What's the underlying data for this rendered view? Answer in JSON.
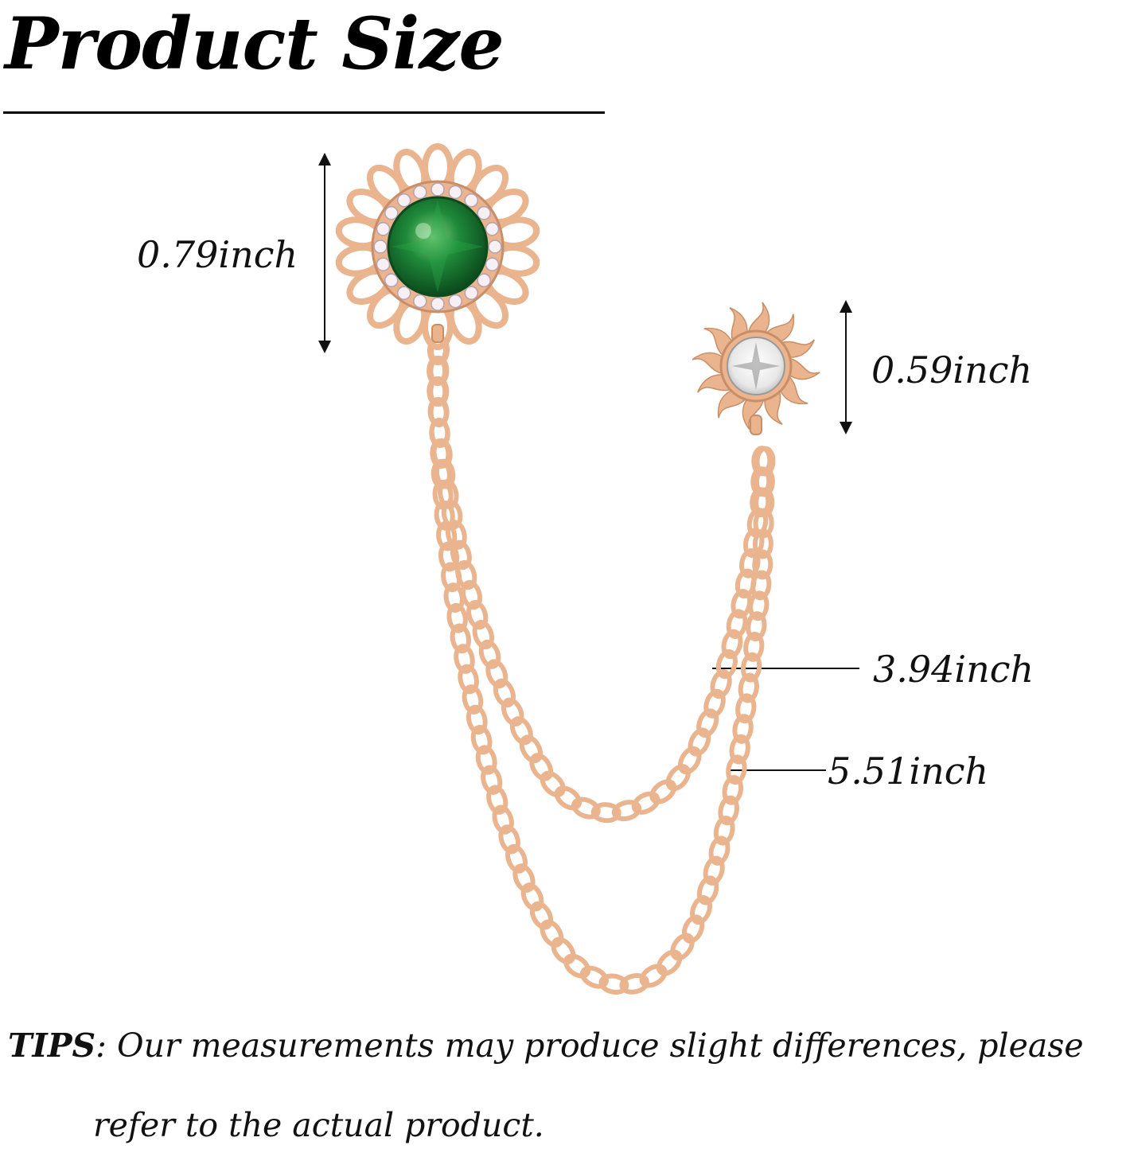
{
  "heading": {
    "title": "Product Size"
  },
  "dimensions": {
    "large_pin": "0.79inch",
    "small_pin": "0.59inch",
    "short_chain": "3.94inch",
    "long_chain": "5.51inch"
  },
  "tips": {
    "label": "TIPS",
    "separator": ":",
    "line1": " Our measurements may produce slight differences, please",
    "line2": "refer to the actual product."
  },
  "colors": {
    "gold": "#e9b48e",
    "gold_dark": "#c98e66",
    "emerald": "#1f8a3a",
    "crystal": "#f4f4f4"
  }
}
